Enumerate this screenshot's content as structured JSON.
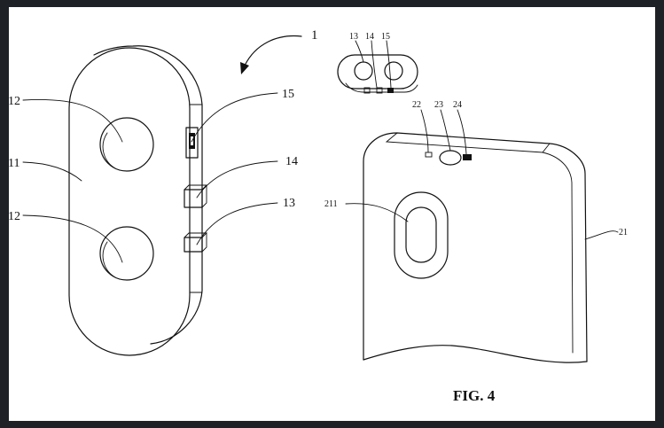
{
  "labels": {
    "assembly": "1",
    "camera_top": "12",
    "body": "11",
    "camera_bottom": "12",
    "part_15": "15",
    "part_14": "14",
    "part_13": "13",
    "small_13": "13",
    "small_14": "14",
    "small_15": "15",
    "hole_22": "22",
    "hole_23": "23",
    "hole_24": "24",
    "window_211": "211",
    "housing_21": "21"
  },
  "caption": "FIG. 4",
  "colors": {
    "frame": "#1e2226",
    "paper": "#ffffff",
    "ink": "#111111"
  }
}
